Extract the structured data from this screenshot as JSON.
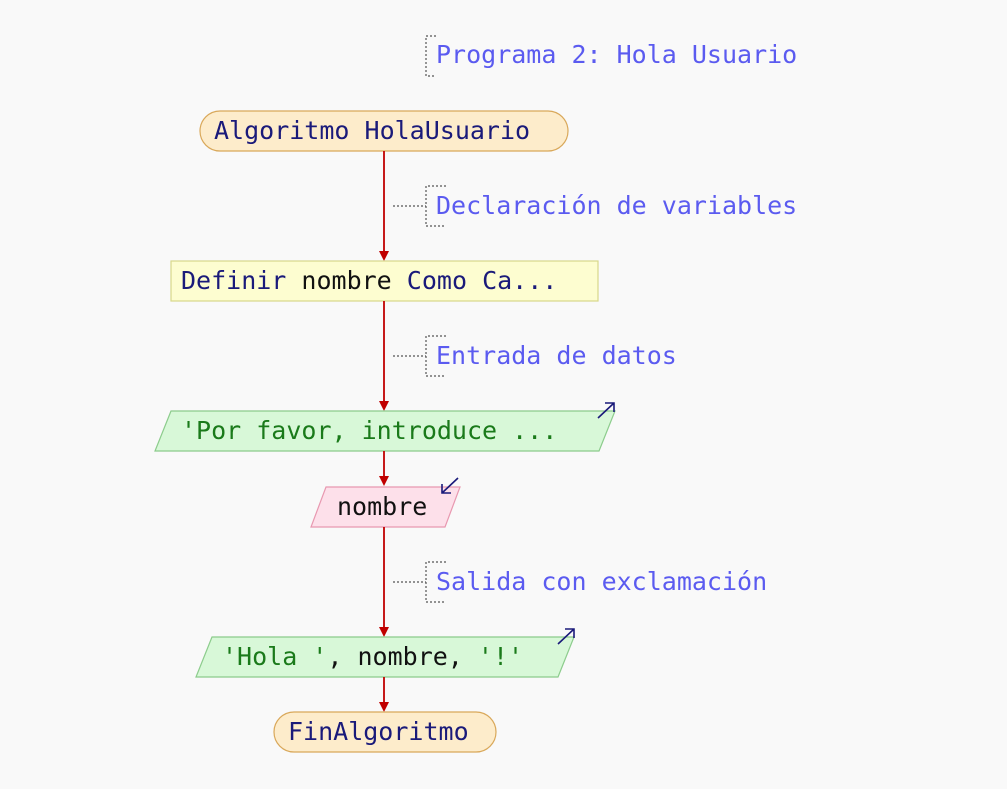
{
  "diagram": {
    "comments": {
      "title": "Programa 2: Hola Usuario",
      "declaration": "Declaración de variables",
      "input": "Entrada de datos",
      "output": "Salida con exclamación"
    },
    "nodes": {
      "start": "Algoritmo HolaUsuario",
      "define": {
        "prefix": "Definir",
        "variable": "nombre",
        "keyword": "Como",
        "type": "Ca..."
      },
      "prompt": "'Por favor, introduce ...",
      "read": "nombre",
      "write": {
        "string1": "'Hola '",
        "separator1": ",",
        "variable": "nombre",
        "separator2": ",",
        "string2": "'!'"
      },
      "end": "FinAlgoritmo"
    },
    "colors": {
      "terminal_fill": "#fdeccb",
      "terminal_stroke": "#d9a85a",
      "define_fill": "#fdfdd0",
      "define_stroke": "#d8d88a",
      "output_fill": "#d8f8d8",
      "output_stroke": "#8ccc8c",
      "input_fill": "#fde0ea",
      "input_stroke": "#e898b0",
      "arrow": "#c00000",
      "comment": "#5b5bf0"
    }
  }
}
